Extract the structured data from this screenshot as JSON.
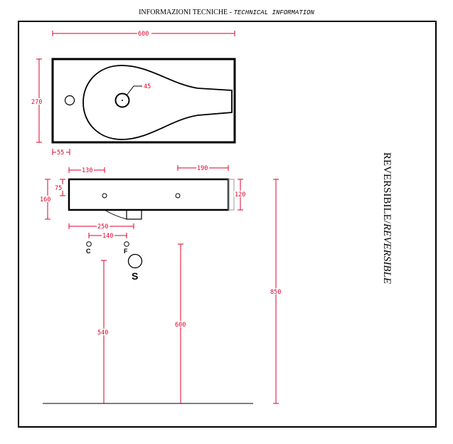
{
  "header": {
    "it": "INFORMAZIONI TECNICHE - ",
    "en": "TECHNICAL INFORMATION"
  },
  "side_text": {
    "upright": "REVERSIBILE/",
    "italic": "REVERSIBLE"
  },
  "dims": {
    "width": "600",
    "depth": "270",
    "hole_diameter": "45",
    "tap_offset": "55",
    "left_130": "130",
    "right_190": "190",
    "h_75": "75",
    "h_160": "160",
    "h_120": "120",
    "w_250": "250",
    "w_140": "140",
    "h_540": "540",
    "h_600": "600",
    "h_850": "850"
  },
  "labels": {
    "cold": "C",
    "hot": "F",
    "drain": "S"
  },
  "colors": {
    "dimension": "#e0002a",
    "line": "#000000"
  }
}
